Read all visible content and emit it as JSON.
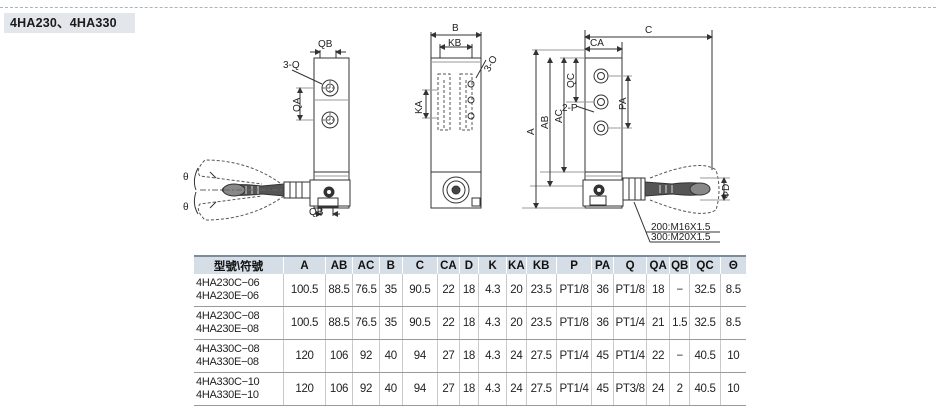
{
  "section_title": "4HA230、4HA330",
  "drawing_labels": {
    "qb_top": "QB",
    "port_3q": "3-Q",
    "qa": "QA",
    "theta": "θ",
    "qb_bottom": "QB",
    "b": "B",
    "kb": "KB",
    "port_3o": "3-O",
    "ka": "KA",
    "c": "C",
    "ca": "CA",
    "qc": "QC",
    "port_2p": "2-P",
    "pa": "PA",
    "ac": "AC",
    "ab": "AB",
    "a": "A",
    "d": "ΦD",
    "thread_200": "200:M16X1.5",
    "thread_300": "300:M20X1.5"
  },
  "table": {
    "headers": [
      "型號\\符號",
      "A",
      "AB",
      "AC",
      "B",
      "C",
      "CA",
      "D",
      "K",
      "KA",
      "KB",
      "P",
      "PA",
      "Q",
      "QA",
      "QB",
      "QC",
      "Θ"
    ],
    "rows": [
      {
        "models": [
          "4HA230C−06",
          "4HA230E−06"
        ],
        "values": [
          "100.5",
          "88.5",
          "76.5",
          "35",
          "90.5",
          "22",
          "18",
          "4.3",
          "20",
          "23.5",
          "PT1/8",
          "36",
          "PT1/8",
          "18",
          "−",
          "32.5",
          "8.5"
        ]
      },
      {
        "models": [
          "4HA230C−08",
          "4HA230E−08"
        ],
        "values": [
          "100.5",
          "88.5",
          "76.5",
          "35",
          "90.5",
          "22",
          "18",
          "4.3",
          "20",
          "23.5",
          "PT1/8",
          "36",
          "PT1/4",
          "21",
          "1.5",
          "32.5",
          "8.5"
        ]
      },
      {
        "models": [
          "4HA330C−08",
          "4HA330E−08"
        ],
        "values": [
          "120",
          "106",
          "92",
          "40",
          "94",
          "27",
          "18",
          "4.3",
          "24",
          "27.5",
          "PT1/4",
          "45",
          "PT1/4",
          "22",
          "−",
          "40.5",
          "10"
        ]
      },
      {
        "models": [
          "4HA330C−10",
          "4HA330E−10"
        ],
        "values": [
          "120",
          "106",
          "92",
          "40",
          "94",
          "27",
          "18",
          "4.3",
          "24",
          "27.5",
          "PT1/4",
          "45",
          "PT3/8",
          "24",
          "2",
          "40.5",
          "10"
        ]
      }
    ]
  }
}
